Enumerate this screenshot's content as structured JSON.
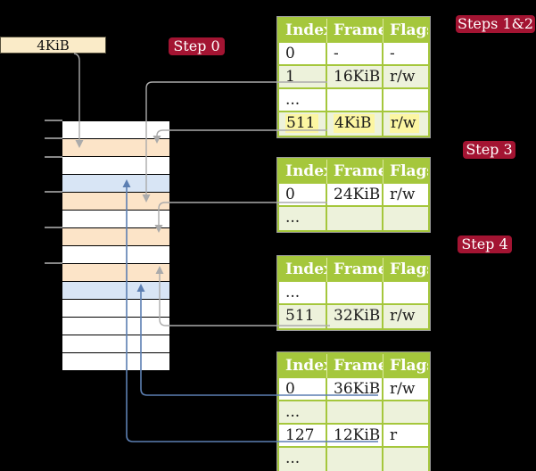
{
  "frame_label": {
    "text": "4KiB"
  },
  "badges": {
    "step0": "Step 0",
    "steps12": "Steps 1&2",
    "step3": "Step 3",
    "step4": "Step 4"
  },
  "memory": {
    "rows": [
      "white",
      "peach",
      "white",
      "blue",
      "peach",
      "white",
      "peach",
      "white",
      "peach",
      "blue",
      "white",
      "white",
      "white",
      "white"
    ]
  },
  "tables": [
    {
      "name": "page-table-level-1",
      "headers": [
        "Index",
        "Frame",
        "Flags"
      ],
      "rows": [
        {
          "cells": [
            "0",
            "-",
            "-"
          ],
          "shade": "white",
          "highlight": false
        },
        {
          "cells": [
            "1",
            "16KiB",
            "r/w"
          ],
          "shade": "green",
          "highlight": false
        },
        {
          "cells": [
            "...",
            "",
            ""
          ],
          "shade": "white",
          "highlight": false
        },
        {
          "cells": [
            "511",
            "4KiB",
            "r/w"
          ],
          "shade": "green",
          "highlight": true
        }
      ]
    },
    {
      "name": "page-table-level-2",
      "headers": [
        "Index",
        "Frame",
        "Flags"
      ],
      "rows": [
        {
          "cells": [
            "0",
            "24KiB",
            "r/w"
          ],
          "shade": "white",
          "highlight": false
        },
        {
          "cells": [
            "...",
            "",
            ""
          ],
          "shade": "green",
          "highlight": false
        }
      ]
    },
    {
      "name": "page-table-level-3",
      "headers": [
        "Index",
        "Frame",
        "Flags"
      ],
      "rows": [
        {
          "cells": [
            "...",
            "",
            ""
          ],
          "shade": "white",
          "highlight": false
        },
        {
          "cells": [
            "511",
            "32KiB",
            "r/w"
          ],
          "shade": "green",
          "highlight": false
        }
      ]
    },
    {
      "name": "page-table-level-4",
      "headers": [
        "Index",
        "Frame",
        "Flags"
      ],
      "rows": [
        {
          "cells": [
            "0",
            "36KiB",
            "r/w"
          ],
          "shade": "white",
          "highlight": false
        },
        {
          "cells": [
            "...",
            "",
            ""
          ],
          "shade": "green",
          "highlight": false
        },
        {
          "cells": [
            "127",
            "12KiB",
            "r"
          ],
          "shade": "white",
          "highlight": false
        },
        {
          "cells": [
            "...",
            "",
            ""
          ],
          "shade": "green",
          "highlight": false
        }
      ]
    }
  ],
  "colors": {
    "background": "#000000",
    "badge_red": "#A31432",
    "table_header_green": "#A5C73C",
    "table_row_green": "#EDF2DB",
    "highlight_yellow": "#FCF6A2",
    "memory_peach": "#FCE4C8",
    "memory_blue": "#D8E5F5",
    "frame_label_cream": "#FAEBC8",
    "connector_gray": "#ABABAB",
    "connector_blue": "#5C7FB2"
  }
}
